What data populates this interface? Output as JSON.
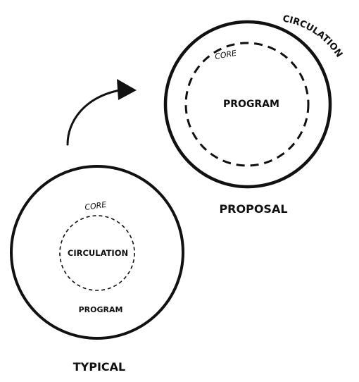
{
  "typical": {
    "core_label": "CORE",
    "circulation_label": "CIRCULATION",
    "program_label": "PROGRAM",
    "caption": "TYPICAL"
  },
  "proposal": {
    "core_label": "CORE",
    "program_label": "PROGRAM",
    "circulation_label": "CIRCULATION",
    "caption": "PROPOSAL"
  },
  "colors": {
    "ink": "#111111",
    "background": "#ffffff"
  },
  "icons": {
    "transition_arrow": "curved-arrow-icon"
  }
}
